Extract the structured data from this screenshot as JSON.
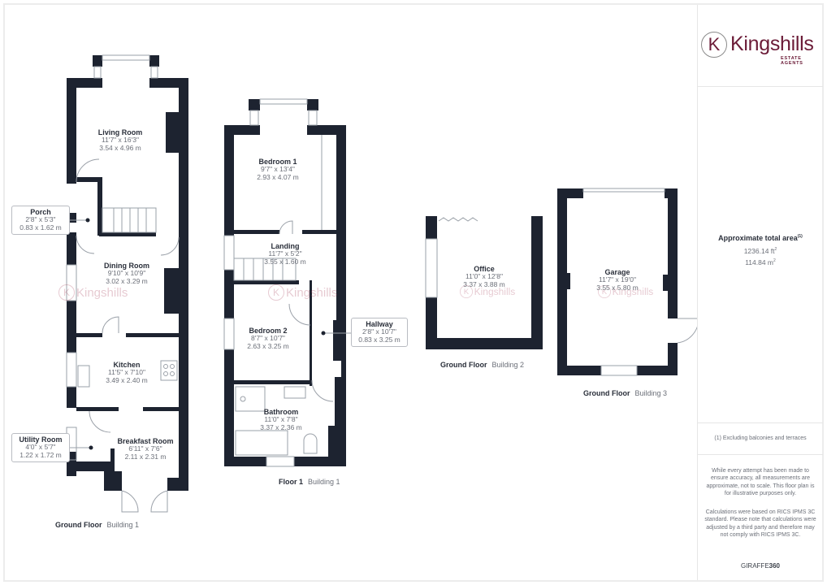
{
  "brand": {
    "logo_letter": "K",
    "logo_name": "Kingshills",
    "logo_tagline": "ESTATE AGENTS",
    "accent_color": "#6b1b37",
    "wall_color": "#1d2330",
    "watermark_text": "Kingshills"
  },
  "summary": {
    "area_title": "Approximate total area",
    "area_footnote_mark": "(1)",
    "area_sqft": "1236.14 ft",
    "area_sqft_unit_sup": "2",
    "area_sqm": "114.84 m",
    "area_sqm_unit_sup": "2",
    "footnote": "(1) Excluding balconies and terraces",
    "disclaimer_1": "While every attempt has been made to ensure accuracy, all measurements are approximate, not to scale. This floor plan is for illustrative purposes only.",
    "disclaimer_2": "Calculations were based on RICS IPMS 3C standard. Please note that calculations were adjusted by a third party and therefore may not comply with RICS IPMS 3C.",
    "provider_prefix": "GIRAFFE",
    "provider_suffix": "360"
  },
  "floors": [
    {
      "floor": "Ground Floor",
      "building": "Building 1",
      "rooms": [
        {
          "name": "Living Room",
          "imperial": "11'7\" x 16'3\"",
          "metric": "3.54 x 4.96 m"
        },
        {
          "name": "Porch",
          "imperial": "2'8\" x 5'3\"",
          "metric": "0.83 x 1.62 m"
        },
        {
          "name": "Dining Room",
          "imperial": "9'10\" x 10'9\"",
          "metric": "3.02 x 3.29 m"
        },
        {
          "name": "Kitchen",
          "imperial": "11'5\" x 7'10\"",
          "metric": "3.49 x 2.40 m"
        },
        {
          "name": "Utility Room",
          "imperial": "4'0\" x 5'7\"",
          "metric": "1.22 x 1.72 m"
        },
        {
          "name": "Breakfast Room",
          "imperial": "6'11\" x 7'6\"",
          "metric": "2.11 x 2.31 m"
        }
      ]
    },
    {
      "floor": "Floor 1",
      "building": "Building 1",
      "rooms": [
        {
          "name": "Bedroom 1",
          "imperial": "9'7\" x 13'4\"",
          "metric": "2.93 x 4.07 m"
        },
        {
          "name": "Landing",
          "imperial": "11'7\" x 5'2\"",
          "metric": "3.55 x 1.60 m"
        },
        {
          "name": "Bedroom 2",
          "imperial": "8'7\" x 10'7\"",
          "metric": "2.63 x 3.25 m"
        },
        {
          "name": "Hallway",
          "imperial": "2'8\" x 10'7\"",
          "metric": "0.83 x 3.25 m"
        },
        {
          "name": "Bathroom",
          "imperial": "11'0\" x 7'8\"",
          "metric": "3.37 x 2.36 m"
        }
      ]
    },
    {
      "floor": "Ground Floor",
      "building": "Building 2",
      "rooms": [
        {
          "name": "Office",
          "imperial": "11'0\" x 12'8\"",
          "metric": "3.37 x 3.88 m"
        }
      ]
    },
    {
      "floor": "Ground Floor",
      "building": "Building 3",
      "rooms": [
        {
          "name": "Garage",
          "imperial": "11'7\" x 19'0\"",
          "metric": "3.55 x 5.80 m"
        }
      ]
    }
  ]
}
